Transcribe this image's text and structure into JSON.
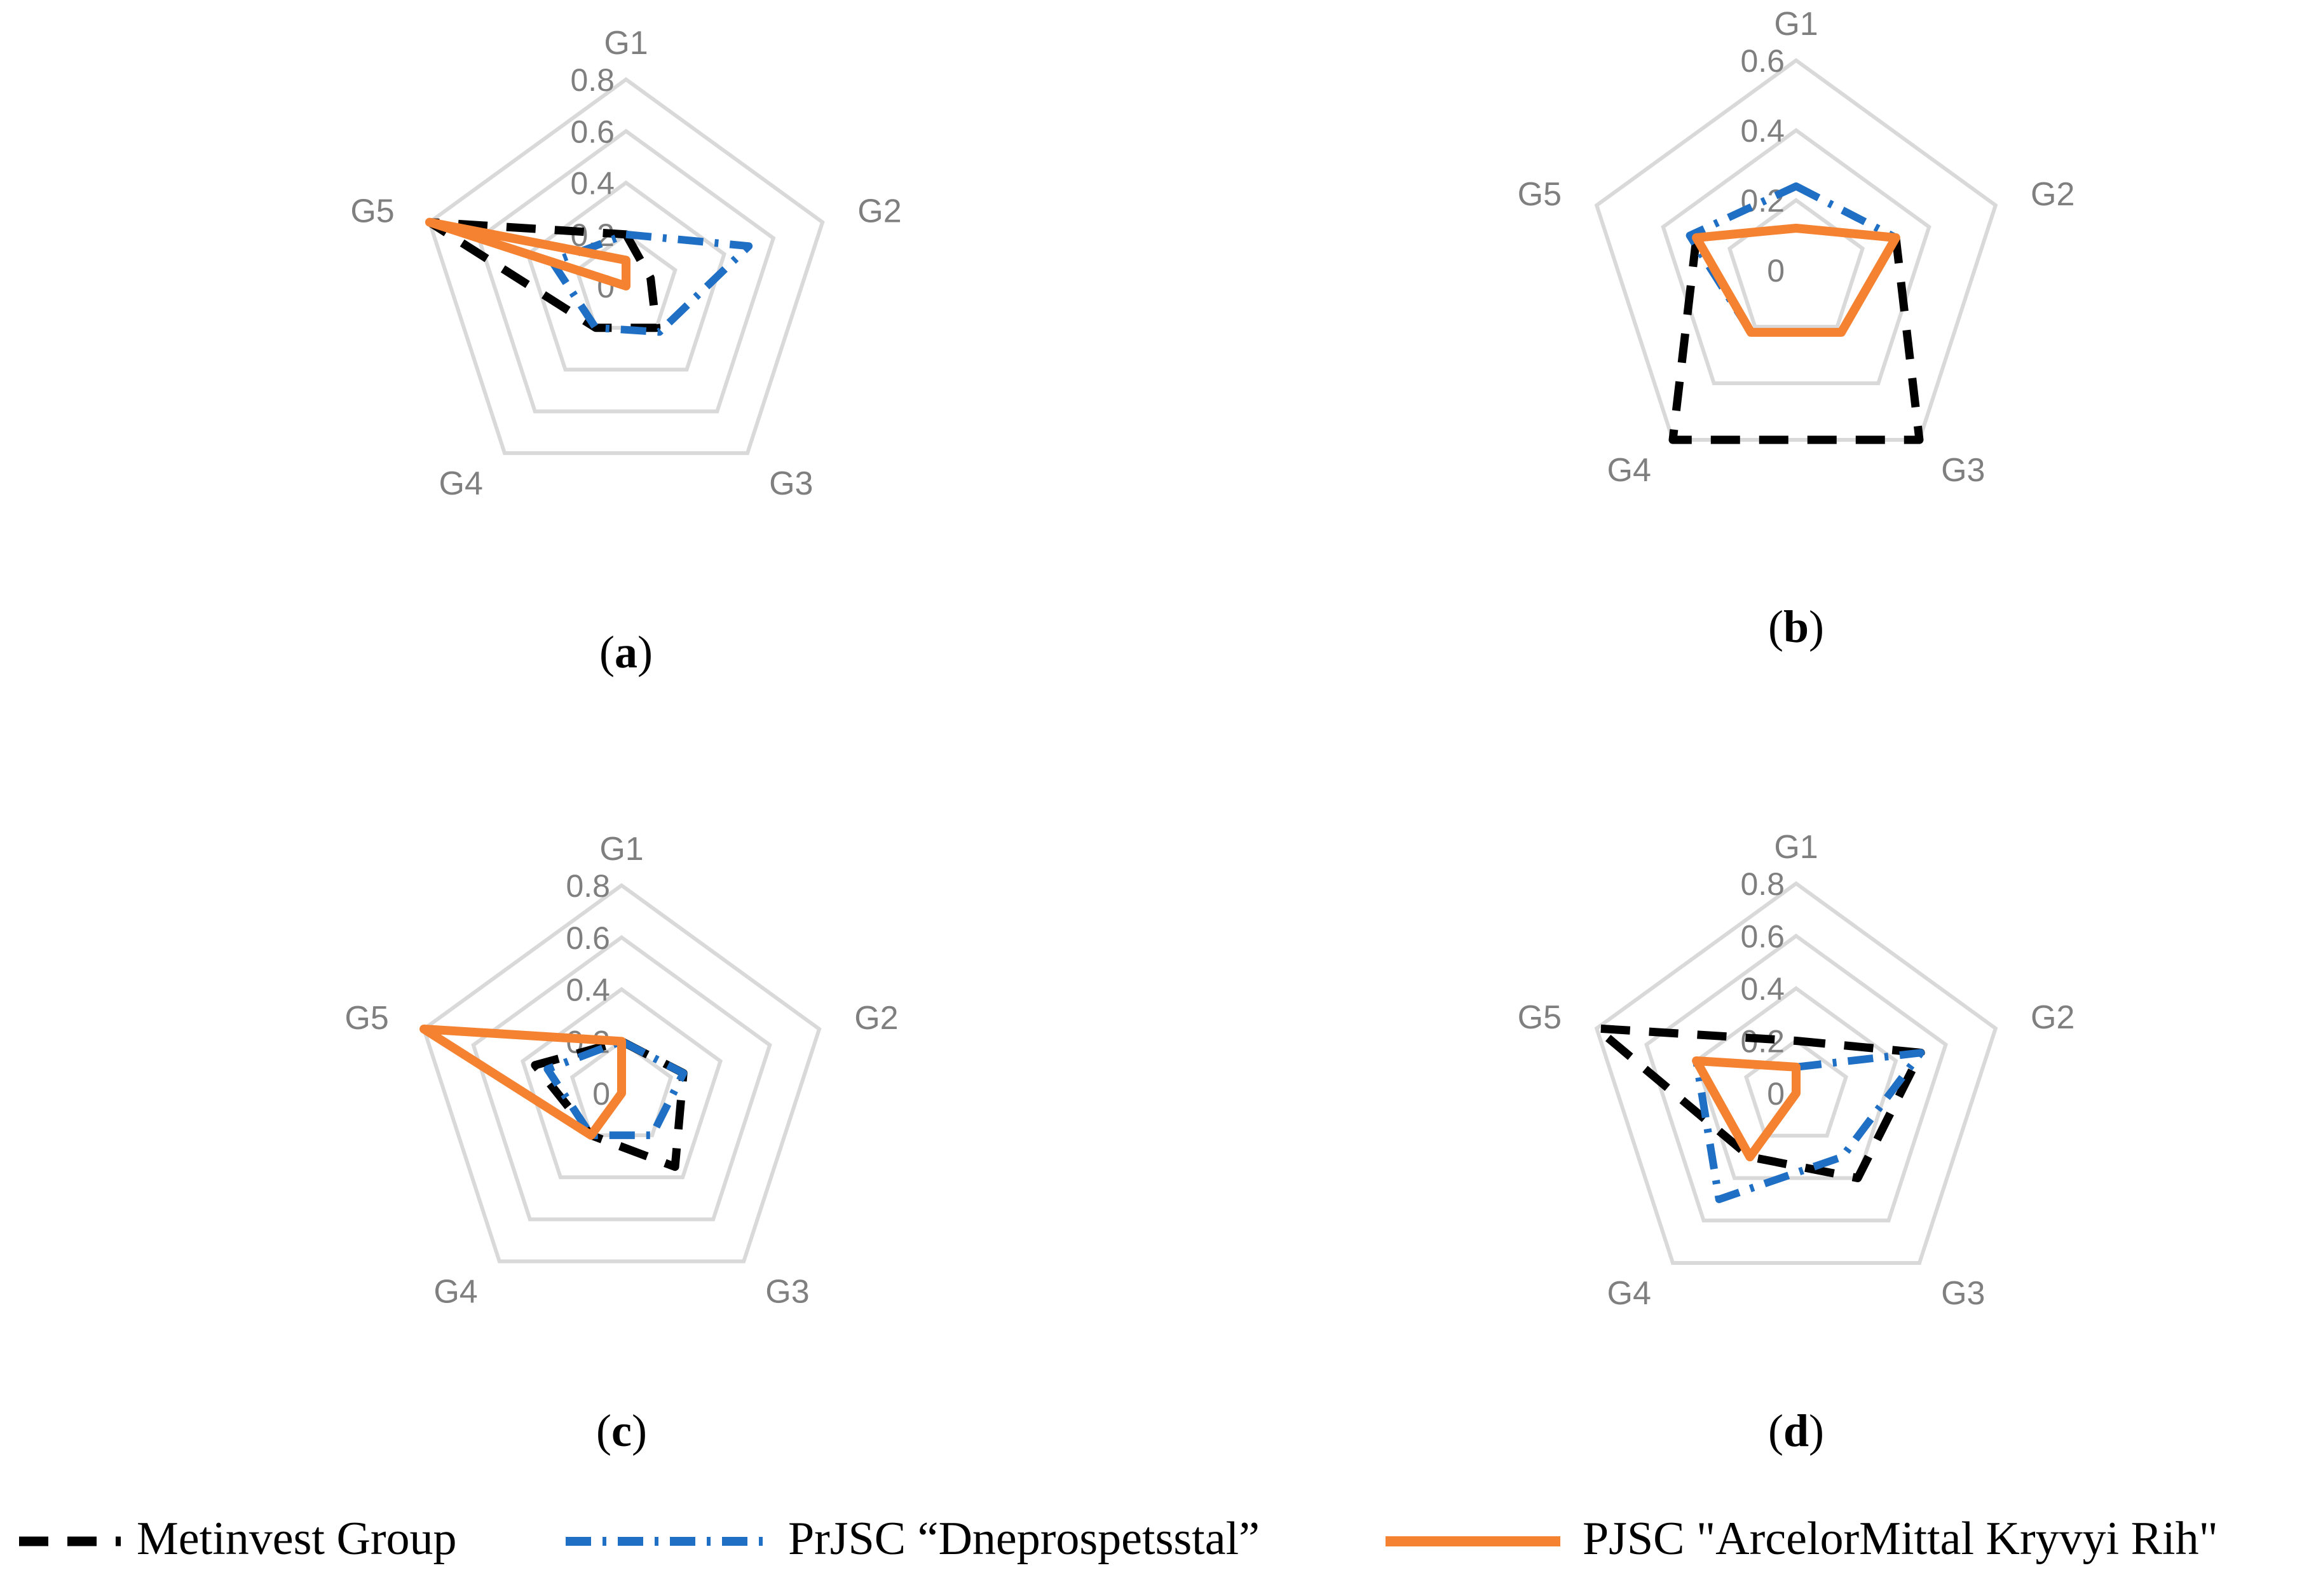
{
  "colors": {
    "grid": "#d9d9d9",
    "label": "#7f7f7f",
    "metinvest": "#000000",
    "dneprospetsstal": "#1f6fc5",
    "arcelormittal": "#f58231"
  },
  "legend": {
    "items": [
      {
        "key": "metinvest",
        "label": "Metinvest Group",
        "style": "dash"
      },
      {
        "key": "dneprospetsstal",
        "label": "PrJSC “Dneprospetsstal”",
        "style": "dashdot"
      },
      {
        "key": "arcelormittal",
        "label": "PJSC \"ArcelorMittal Kryvyi Rih\"",
        "style": "solid"
      }
    ]
  },
  "chart_data": [
    {
      "type": "radar",
      "panel": "a",
      "categories": [
        "G1",
        "G2",
        "G3",
        "G4",
        "G5"
      ],
      "ticks": [
        "0",
        "0.2",
        "0.4",
        "0.6",
        "0.8"
      ],
      "ylim": [
        0,
        0.8
      ],
      "series": [
        {
          "key": "metinvest",
          "name": "Metinvest Group",
          "values": [
            0.2,
            0.1,
            0.2,
            0.2,
            0.8
          ]
        },
        {
          "key": "dneprospetsstal",
          "name": "PrJSC “Dneprospetsstal”",
          "values": [
            0.2,
            0.5,
            0.22,
            0.2,
            0.3
          ]
        },
        {
          "key": "arcelormittal",
          "name": "PJSC \"ArcelorMittal Kryvyi Rih\"",
          "values": [
            0.1,
            0.0,
            0.0,
            0.0,
            0.8
          ]
        }
      ]
    },
    {
      "type": "radar",
      "panel": "b",
      "categories": [
        "G1",
        "G2",
        "G3",
        "G4",
        "G5"
      ],
      "ticks": [
        "0",
        "0.2",
        "0.4",
        "0.6"
      ],
      "ylim": [
        0,
        0.6
      ],
      "series": [
        {
          "key": "metinvest",
          "name": "Metinvest Group",
          "values": [
            0.12,
            0.3,
            0.6,
            0.6,
            0.3
          ]
        },
        {
          "key": "dneprospetsstal",
          "name": "PrJSC “Dneprospetsstal”",
          "values": [
            0.24,
            0.3,
            0.22,
            0.22,
            0.32
          ]
        },
        {
          "key": "arcelormittal",
          "name": "PJSC \"ArcelorMittal Kryvyi Rih\"",
          "values": [
            0.12,
            0.3,
            0.22,
            0.22,
            0.3
          ]
        }
      ]
    },
    {
      "type": "radar",
      "panel": "c",
      "categories": [
        "G1",
        "G2",
        "G3",
        "G4",
        "G5"
      ],
      "ticks": [
        "0",
        "0.2",
        "0.4",
        "0.6",
        "0.8"
      ],
      "ylim": [
        0,
        0.8
      ],
      "series": [
        {
          "key": "metinvest",
          "name": "Metinvest Group",
          "values": [
            0.2,
            0.25,
            0.35,
            0.2,
            0.35
          ]
        },
        {
          "key": "dneprospetsstal",
          "name": "PrJSC “Dneprospetsstal”",
          "values": [
            0.2,
            0.25,
            0.2,
            0.2,
            0.3
          ]
        },
        {
          "key": "arcelormittal",
          "name": "PJSC \"ArcelorMittal Kryvyi Rih\"",
          "values": [
            0.2,
            0.0,
            0.0,
            0.2,
            0.8
          ]
        }
      ]
    },
    {
      "type": "radar",
      "panel": "d",
      "categories": [
        "G1",
        "G2",
        "G3",
        "G4",
        "G5"
      ],
      "ticks": [
        "0",
        "0.2",
        "0.4",
        "0.6",
        "0.8"
      ],
      "ylim": [
        0,
        0.8
      ],
      "series": [
        {
          "key": "metinvest",
          "name": "Metinvest Group",
          "values": [
            0.2,
            0.5,
            0.4,
            0.3,
            0.8
          ]
        },
        {
          "key": "dneprospetsstal",
          "name": "PrJSC “Dneprospetsstal”",
          "values": [
            0.1,
            0.5,
            0.3,
            0.5,
            0.4
          ]
        },
        {
          "key": "arcelormittal",
          "name": "PJSC \"ArcelorMittal Kryvyi Rih\"",
          "values": [
            0.1,
            0.0,
            0.0,
            0.3,
            0.4
          ]
        }
      ]
    }
  ]
}
